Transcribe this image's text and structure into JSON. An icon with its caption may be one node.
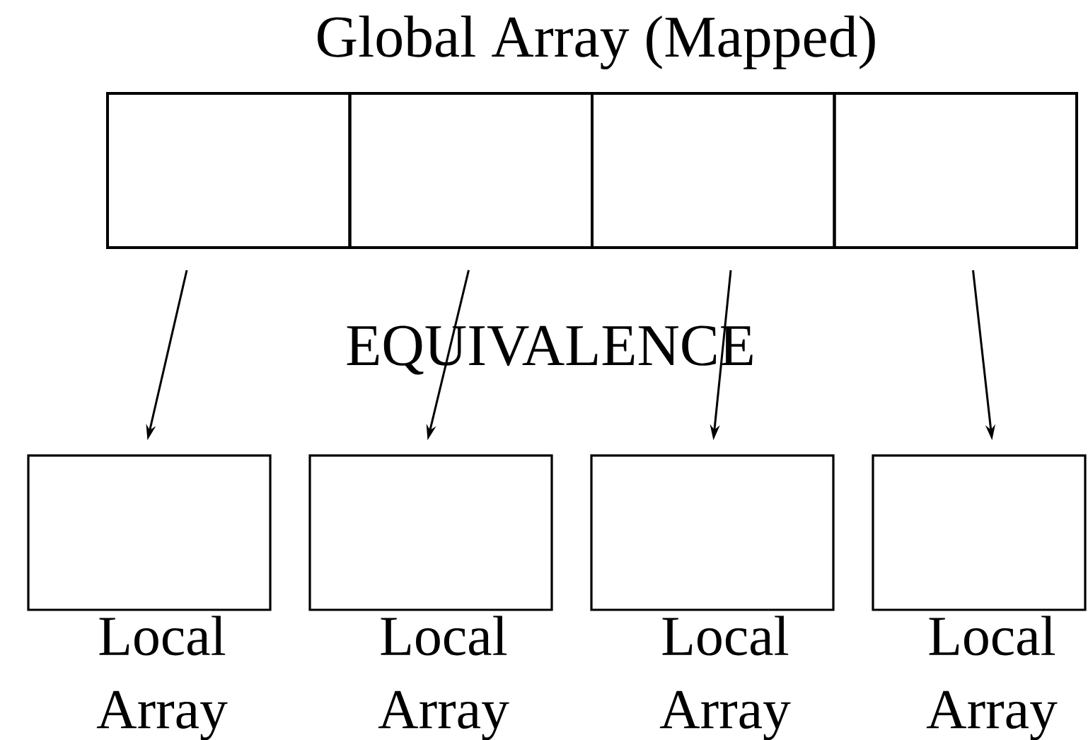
{
  "diagram": {
    "nodes": [
      {
        "text": [
          "Global Array (Mapped)"
        ]
      },
      {
        "text": [],
        "shape": "box",
        "in": 0
      },
      {
        "text": [],
        "shape": "box",
        "in": 0
      },
      {
        "text": [],
        "shape": "box",
        "in": 0
      },
      {
        "text": [],
        "shape": "box",
        "in": 0
      },
      {
        "text": [],
        "shape": "box",
        "beside": [
          "Local Array"
        ]
      },
      {
        "text": [],
        "shape": "box",
        "beside": [
          "Local Array"
        ]
      },
      {
        "text": [],
        "shape": "box",
        "beside": [
          "Local Array"
        ]
      },
      {
        "text": [],
        "shape": "box",
        "beside": [
          "Local Array"
        ]
      }
    ],
    "edges": [
      {
        "from": 1,
        "to": 5,
        "arrow": "to"
      },
      {
        "from": 2,
        "to": 6,
        "arrow": "to"
      },
      {
        "from": 3,
        "to": 7,
        "arrow": "to"
      },
      {
        "from": 4,
        "to": 8,
        "arrow": "to"
      }
    ],
    "labels": [
      "EQUIVALENCE"
    ]
  }
}
